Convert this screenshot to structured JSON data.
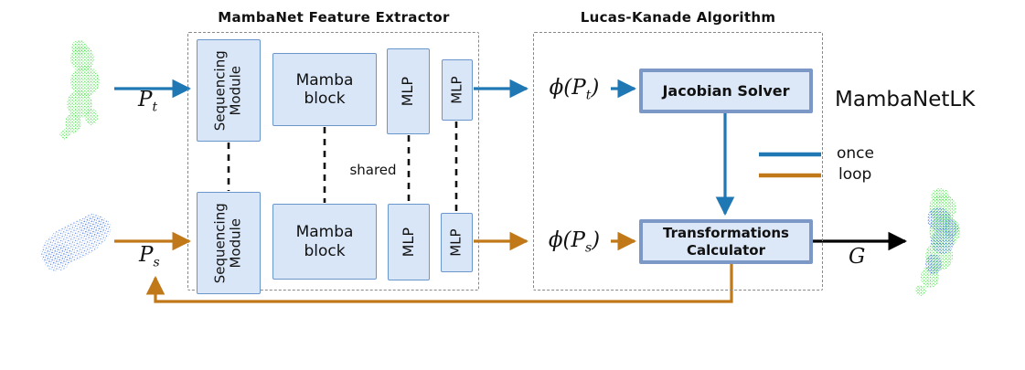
{
  "titles": {
    "feature_extractor": "MambaNet Feature Extractor",
    "lucas_kanade": "Lucas-Kanade Algorithm",
    "model_name": "MambaNetLK"
  },
  "boxes": {
    "sequencing": {
      "l1": "Sequencing",
      "l2": "Module"
    },
    "mamba": {
      "l1": "Mamba",
      "l2": "block"
    },
    "mlp": "MLP",
    "jacobian": "Jacobian Solver",
    "transformations": {
      "l1": "Transformations",
      "l2": "Calculator"
    }
  },
  "math": {
    "pt": {
      "base": "P",
      "sub": "t"
    },
    "ps": {
      "base": "P",
      "sub": "s"
    },
    "phi_pt": {
      "pre": "ϕ(P",
      "sub": "t",
      "post": ")"
    },
    "phi_ps": {
      "pre": "ϕ(P",
      "sub": "s",
      "post": ")"
    },
    "g": "G"
  },
  "labels": {
    "shared": "shared"
  },
  "legend": {
    "items": [
      {
        "label": "once",
        "color": "#1f77b4"
      },
      {
        "label": "loop",
        "color": "#c07818"
      }
    ]
  },
  "colors": {
    "once_line": "#1f77b4",
    "loop_line": "#c07818",
    "module_fill": "#d9e6f8",
    "module_border": "#6b96cc",
    "solver_border": "#7b98c7",
    "container_dash": "#888888",
    "target_cloud_green": "#35e135",
    "source_cloud_blue": "#4f7de0",
    "output_arrow_black": "#000000"
  }
}
